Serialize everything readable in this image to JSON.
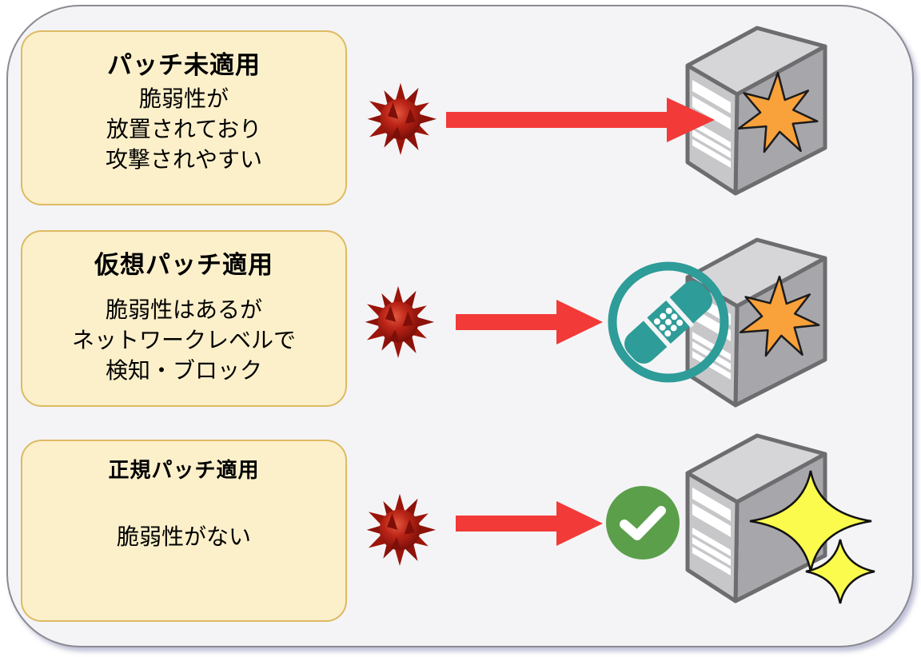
{
  "diagram": {
    "rows": [
      {
        "title": "パッチ未適用",
        "lines": [
          "脆弱性が",
          "放置されており",
          "攻撃されやすい"
        ],
        "icons": [
          "virus-icon",
          "arrow-right-icon",
          "server-icon",
          "explosion-burst-icon"
        ]
      },
      {
        "title": "仮想パッチ適用",
        "lines": [
          "脆弱性はあるが",
          "ネットワークレベルで",
          "検知・ブロック"
        ],
        "icons": [
          "virus-icon",
          "arrow-right-icon",
          "virtual-patch-bandage-icon",
          "server-icon",
          "explosion-burst-icon"
        ]
      },
      {
        "title": "正規パッチ適用",
        "lines": [
          "脆弱性がない"
        ],
        "icons": [
          "virus-icon",
          "arrow-right-icon",
          "check-circle-icon",
          "server-icon",
          "sparkle-icon"
        ]
      }
    ],
    "colors": {
      "panel_background": "#f4f4f6",
      "panel_border": "#8a8a93",
      "box_fill": "#fcf0cb",
      "box_border": "#ddba62",
      "arrow_red": "#f23a38",
      "virus_red": "#a81a0e",
      "bandage_teal": "#2e9c98",
      "check_green": "#5b9f4b",
      "burst_orange": "#f9a13a",
      "sparkle_yellow": "#fbfb4e",
      "server_gray": "#c7c7ca",
      "text_color": "#000000"
    }
  }
}
